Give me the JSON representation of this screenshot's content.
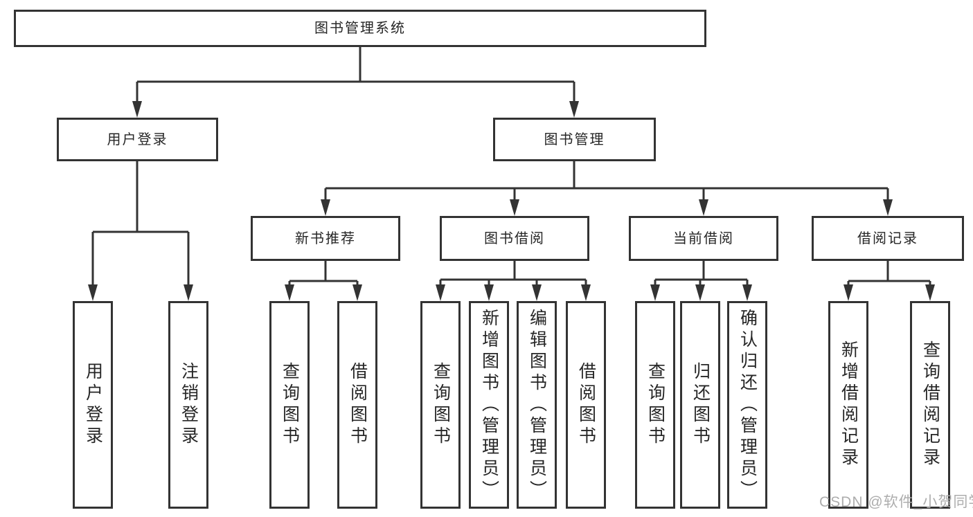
{
  "diagram_title": "图书管理系统",
  "tree": {
    "label": "图书管理系统",
    "children": [
      {
        "label": "用户登录",
        "children": [
          {
            "label": "用户登录"
          },
          {
            "label": "注销登录"
          }
        ]
      },
      {
        "label": "图书管理",
        "children": [
          {
            "label": "新书推荐",
            "children": [
              {
                "label": "查询图书"
              },
              {
                "label": "借阅图书"
              }
            ]
          },
          {
            "label": "图书借阅",
            "children": [
              {
                "label": "查询图书"
              },
              {
                "label": "新增图书（管理员）"
              },
              {
                "label": "编辑图书（管理员）"
              },
              {
                "label": "借阅图书"
              }
            ]
          },
          {
            "label": "当前借阅",
            "children": [
              {
                "label": "查询图书"
              },
              {
                "label": "归还图书"
              },
              {
                "label": "确认归还（管理员）"
              }
            ]
          },
          {
            "label": "借阅记录",
            "children": [
              {
                "label": "新增借阅记录"
              },
              {
                "label": "查询借阅记录"
              }
            ]
          }
        ]
      }
    ]
  },
  "watermark": {
    "text": "CSDN @软件_小贺同学"
  },
  "colors": {
    "line": "#333333",
    "text": "#262626",
    "watermark": "#adadad",
    "background": "#ffffff"
  }
}
